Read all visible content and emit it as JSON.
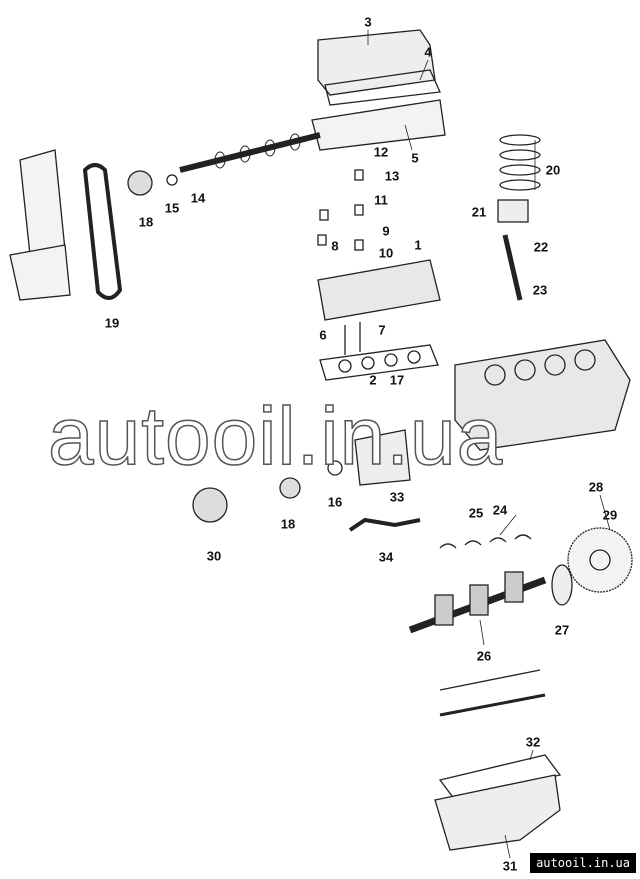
{
  "diagram": {
    "callouts": [
      "3",
      "4",
      "5",
      "12",
      "13",
      "11",
      "9",
      "8",
      "10",
      "1",
      "6",
      "7",
      "2",
      "17",
      "20",
      "21",
      "22",
      "23",
      "18",
      "15",
      "14",
      "19",
      "30",
      "18",
      "16",
      "33",
      "34",
      "25",
      "24",
      "28",
      "29",
      "27",
      "26",
      "32",
      "31"
    ]
  },
  "watermark": "autooil.in.ua",
  "site_tag": "autooil.in.ua"
}
